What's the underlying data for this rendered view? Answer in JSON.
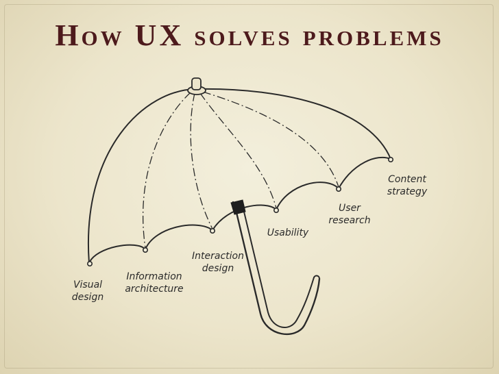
{
  "title": "How UX solves problems",
  "labels": {
    "visual_design": "Visual\ndesign",
    "information_architecture": "Information\narchitecture",
    "interaction_design": "Interaction\ndesign",
    "usability": "Usability",
    "user_research": "User\nresearch",
    "content_strategy": "Content\nstrategy"
  },
  "colors": {
    "title": "#4d1a1c",
    "ink": "#2a2a2a"
  }
}
